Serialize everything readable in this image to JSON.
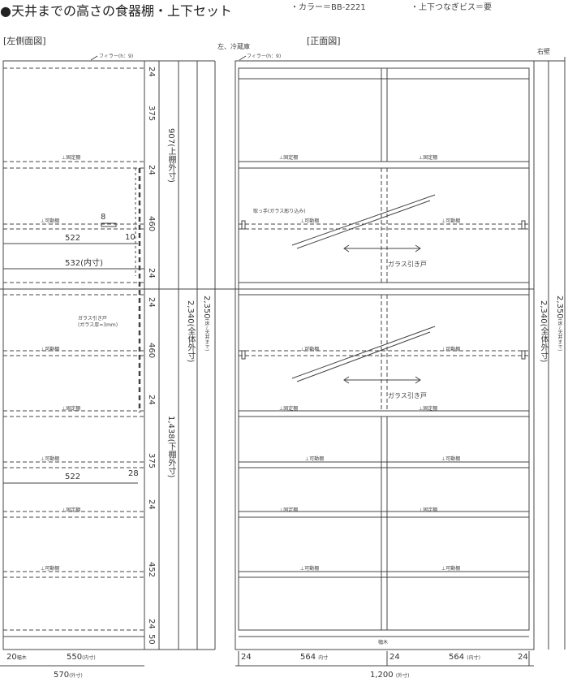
{
  "header": {
    "title": "●天井までの高さの食器棚・上下セット",
    "color_note": "・カラー＝BB-2221",
    "screw_note": "・上下つなぎビス＝要"
  },
  "side_view": {
    "section_title": "[左側面図]",
    "filler_label": "フィラー(h：9)",
    "fixed_shelf": "⊥固定棚",
    "movable_shelf": "⊥可動棚",
    "glass_door_note": "ガラス引き戸\n(ガラス厚=3mm)",
    "dims_h": {
      "d522_a": "522",
      "d10": "10",
      "d8": "8",
      "d532": "532(内寸)",
      "d522_b": "522",
      "d28": "28"
    },
    "dims_v": [
      "24",
      "375",
      "24",
      "460",
      "24",
      "24",
      "460",
      "24",
      "375",
      "24",
      "452",
      "24",
      "50"
    ],
    "upper_total": "907(上棚外寸)",
    "lower_total": "1,438(下棚外寸)",
    "overall_outer": "2,340(全体外寸)",
    "overall_ceiling": "2,350",
    "overall_ceiling_note": "(床~天井まで)",
    "bottom": {
      "d20": "20",
      "fuzuki": "幅木",
      "d550": "550",
      "inner": "(内寸)",
      "d570": "570",
      "outer": "(外寸)"
    }
  },
  "front_view": {
    "section_title": "[正面図]",
    "left_label": "左、冷蔵庫",
    "right_label": "右壁",
    "filler_label": "フィラー(h：9)",
    "handle_note": "取っ手(ガラス彫り込み)",
    "glass_sliding": "ガラス引き戸",
    "fixed_shelf": "⊥固定棚",
    "movable_shelf": "⊥可動棚",
    "baseboard": "幅木",
    "bottom": {
      "d24a": "24",
      "d564a": "564",
      "inner": "内寸",
      "d24b": "24",
      "d564b": "564",
      "inner2": "(内寸)",
      "d24c": "24",
      "d1200": "1,200",
      "outer": "(外寸)"
    },
    "overall_outer": "2,340(全体外寸)",
    "overall_ceiling": "2,350",
    "overall_ceiling_note": "(床~天井まで)"
  }
}
